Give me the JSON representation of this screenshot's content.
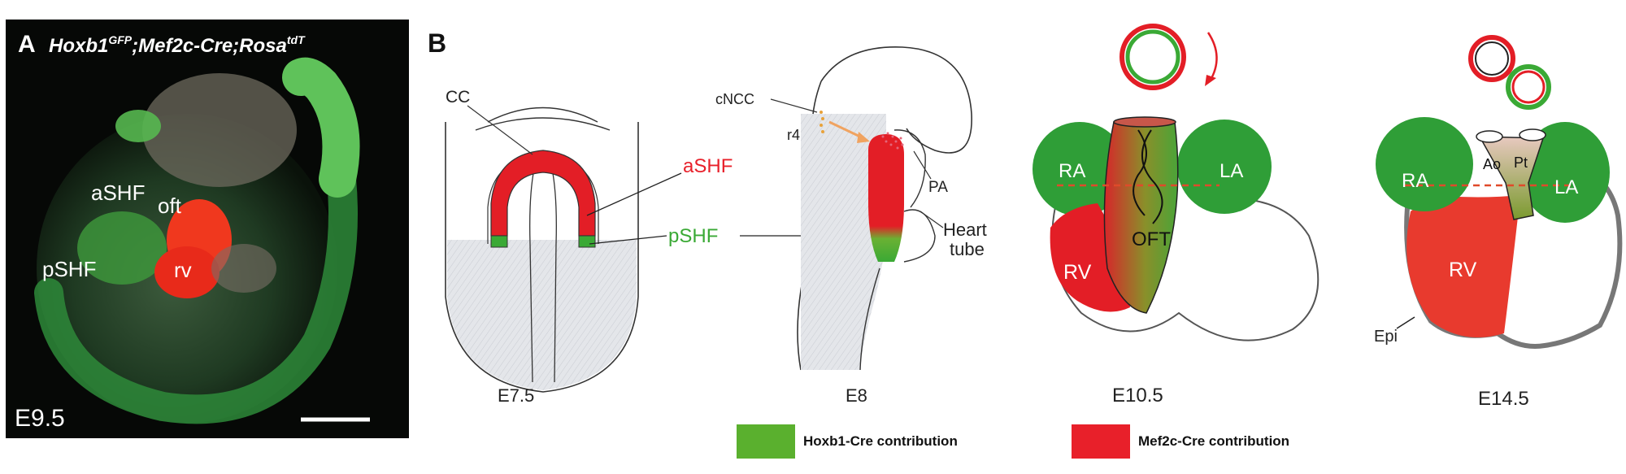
{
  "panel_a": {
    "letter": "A",
    "title_parts": [
      "Hoxb1",
      "GFP",
      ";Mef2c-Cre;Rosa",
      "tdT"
    ],
    "labels": {
      "ashf": "aSHF",
      "oft": "oft",
      "pshf": "pSHF",
      "rv": "rv"
    },
    "stage": "E9.5"
  },
  "panel_b": {
    "letter": "B",
    "stages": [
      "E7.5",
      "E8",
      "E10.5",
      "E14.5"
    ],
    "labels": {
      "cc": "CC",
      "cncc": "cNCC",
      "r4": "r4",
      "ashf": "aSHF",
      "pshf": "pSHF",
      "pa": "PA",
      "heart": "Heart",
      "tube": "tube",
      "ra": "RA",
      "la": "LA",
      "rv": "RV",
      "oft": "OFT",
      "ao": "Ao",
      "pt": "Pt",
      "epi": "Epi"
    }
  },
  "legend": [
    {
      "label": "Hoxb1-Cre contribution",
      "color": "#5ab02e"
    },
    {
      "label": "Mef2c-Cre contribution",
      "color": "#e8202a"
    }
  ],
  "colors": {
    "green": "#2f9e37",
    "red": "#e31e26",
    "ashf_red": "#e8202a",
    "pshf_green": "#3aa935"
  }
}
